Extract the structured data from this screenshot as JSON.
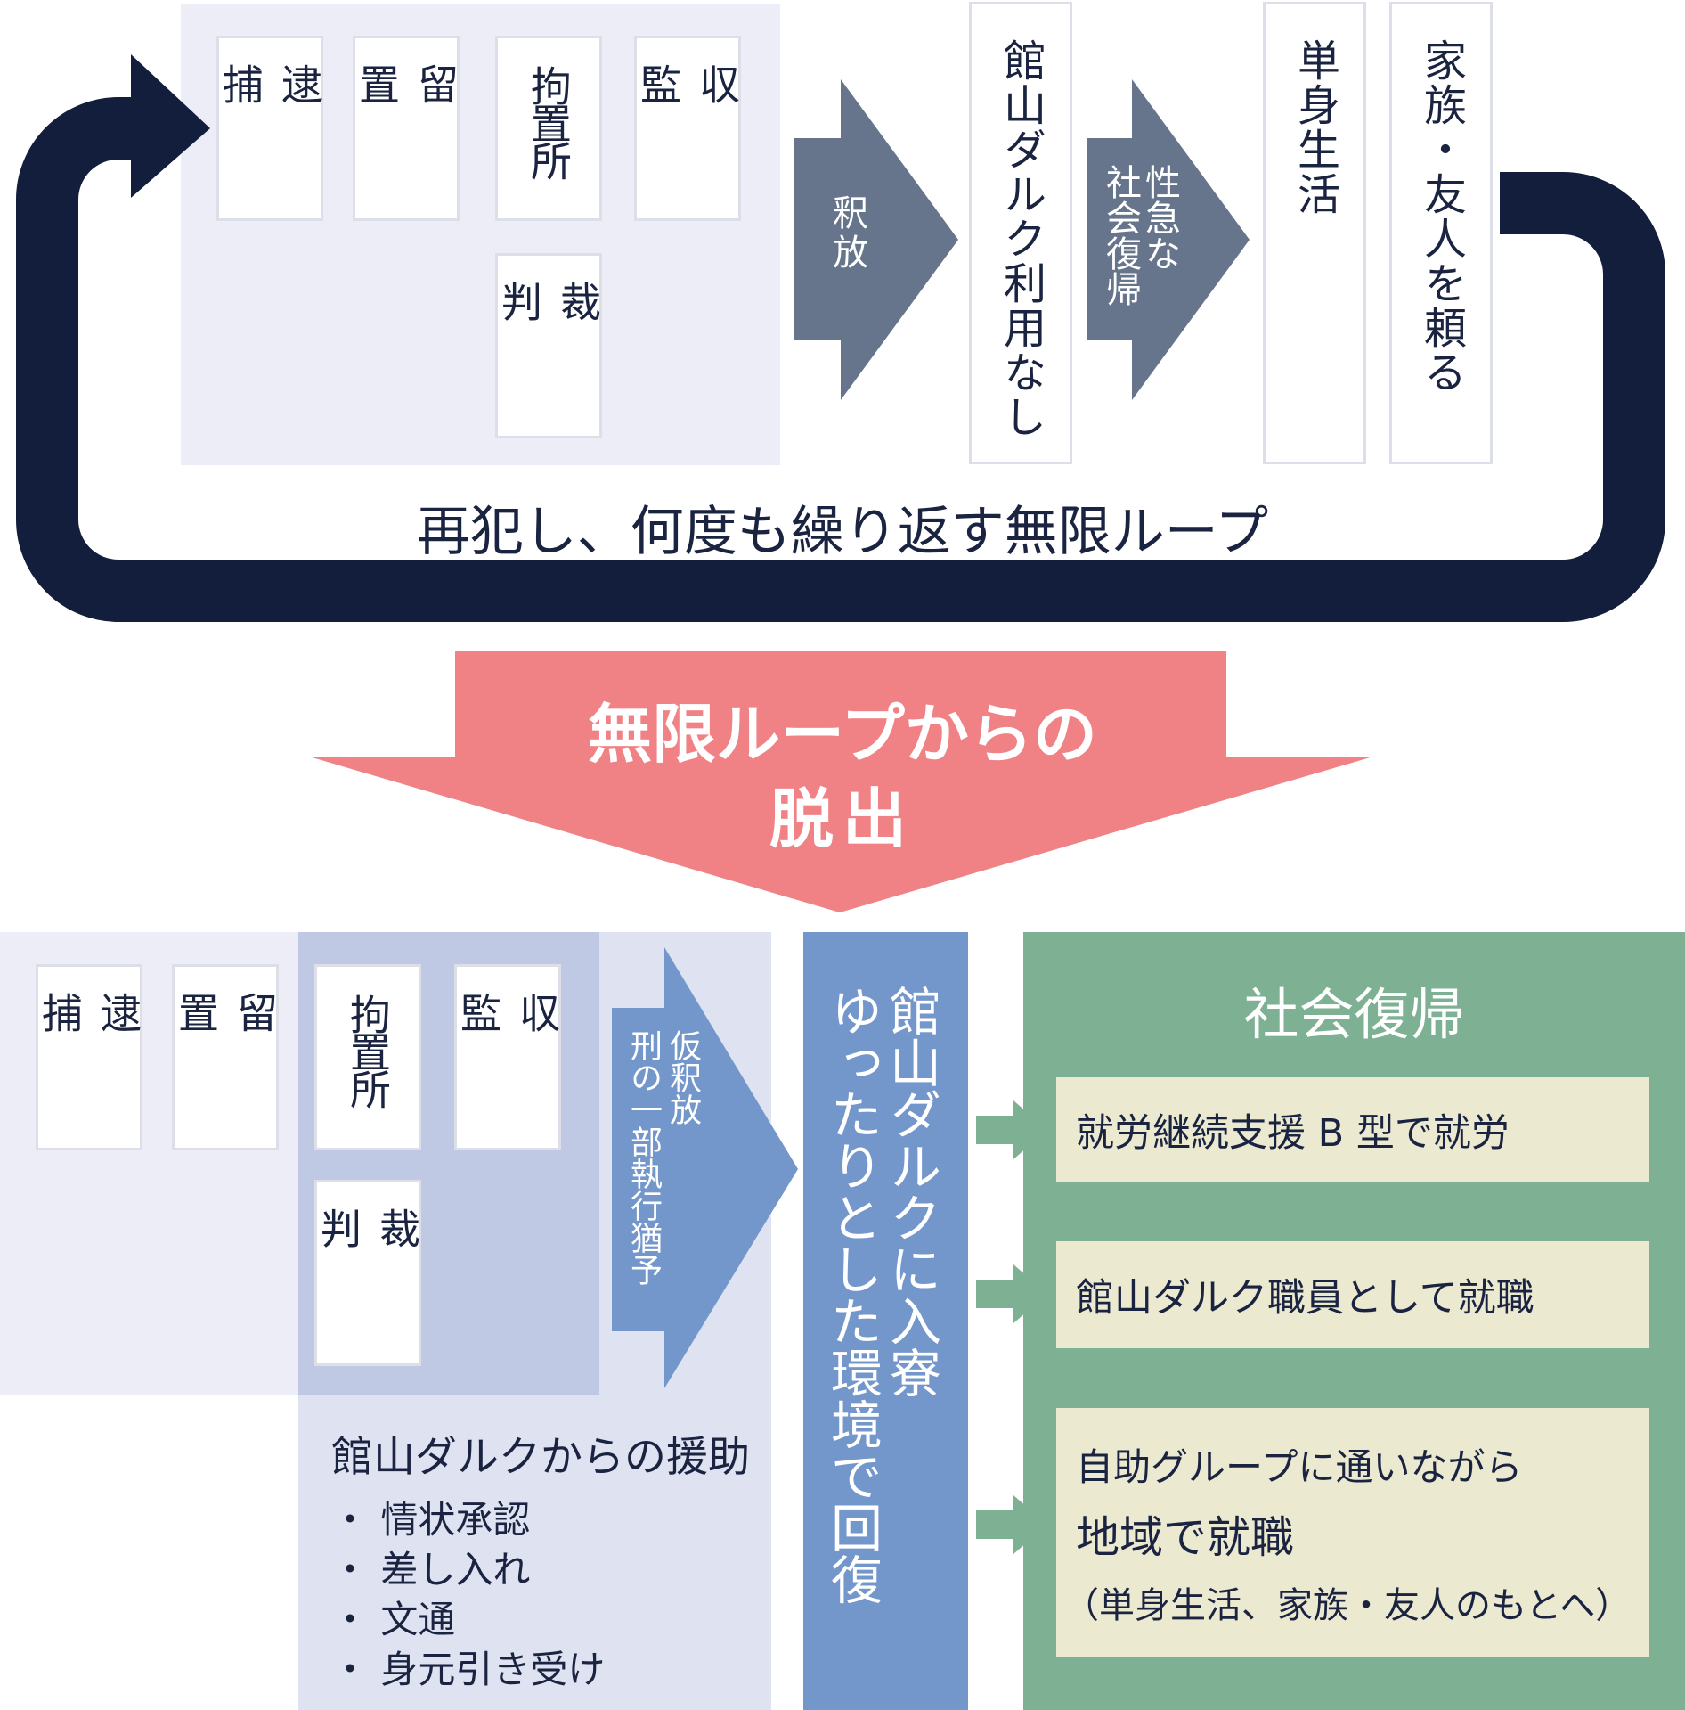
{
  "colors": {
    "navy": "#121e3c",
    "slate": "#66758c",
    "pink": "#f08286",
    "blue": "#7497cb",
    "green": "#7eb193",
    "card": "#ece9d1",
    "panel": "#ecedf6"
  },
  "top": {
    "stages": [
      "逮捕",
      "留置",
      "拘置所",
      "収監",
      "裁判"
    ],
    "release": "釈放",
    "no_darc": "館山ダルク利用なし",
    "hasty_1": "性急な",
    "hasty_2": "社会復帰",
    "single": "単身生活",
    "family": "家族・友人を頼る",
    "loop_caption": "再犯し、何度も繰り返す無限ループ"
  },
  "escape": {
    "line1": "無限ループからの",
    "line2": "脱出"
  },
  "bottom": {
    "stages": [
      "逮捕",
      "留置",
      "拘置所",
      "収監",
      "裁判"
    ],
    "release_1": "仮釈放",
    "release_2": "刑の一部執行猶予",
    "support_title": "館山ダルクからの援助",
    "support_items": [
      "・ 情状承認",
      "・ 差し入れ",
      "・ 文通",
      "・ 身元引き受け"
    ],
    "darc_1": "館山ダルクに入寮",
    "darc_2": "ゆったりとした環境で回復",
    "reintegration_title": "社会復帰",
    "outcomes": [
      {
        "text": "就労継続支援 B 型で就労"
      },
      {
        "text": "館山ダルク職員として就職"
      },
      {
        "line1": "自助グループに通いながら",
        "line2": "地域で就職",
        "line3": "（単身生活、家族・友人のもとへ）"
      }
    ]
  }
}
